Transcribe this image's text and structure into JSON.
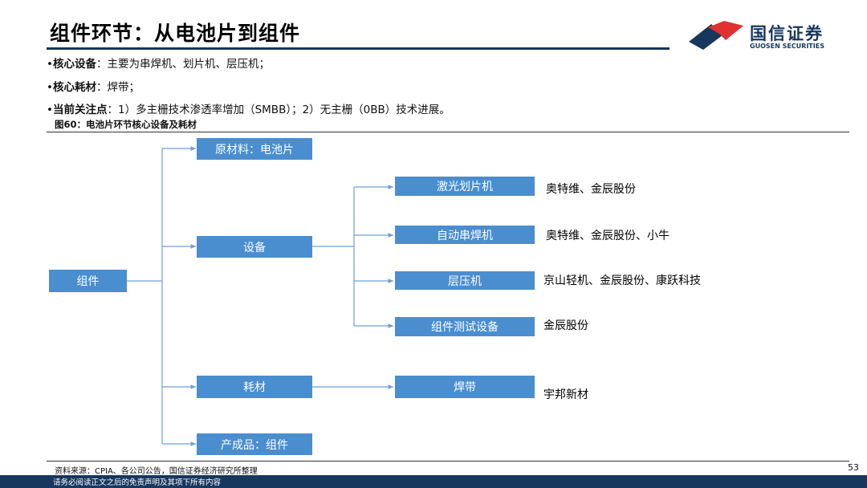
{
  "title": "组件环节：从电池片到组件",
  "logo": {
    "name_cn": "国信证券",
    "name_en": "GUOSEN SECURITIES"
  },
  "bullets": [
    {
      "label": "核心设备",
      "text": "：主要为串焊机、划片机、层压机；"
    },
    {
      "label": "核心耗材",
      "text": "：焊带；"
    },
    {
      "label": "当前关注点",
      "text": "：1）多主栅技术渗透率增加（SMBB）；2）无主栅（0BB）技术进展。"
    }
  ],
  "figure_caption": "图60：电池片环节核心设备及耗材",
  "diagram": {
    "root": "组件",
    "level1": [
      "原材料：电池片",
      "设备",
      "耗材",
      "产成品：组件"
    ],
    "equipment": [
      {
        "name": "激光划片机",
        "vendors": "奥特维、金辰股份"
      },
      {
        "name": "自动串焊机",
        "vendors": "奥特维、金辰股份、小牛"
      },
      {
        "name": "层压机",
        "vendors": "京山轻机、金辰股份、康跃科技"
      },
      {
        "name": "组件测试设备",
        "vendors": "金辰股份"
      }
    ],
    "consumables": [
      {
        "name": "焊带",
        "vendors": "宇邦新材"
      }
    ]
  },
  "source": "资料来源：CPIA、各公司公告，国信证券经济研究所整理",
  "page_number": "53",
  "footer": "请务必阅读正文之后的免责声明及其项下所有内容",
  "colors": {
    "box": "#4a8ed0",
    "navy": "#17375e",
    "line": "#6f9fd8",
    "logo_red": "#e03030"
  }
}
